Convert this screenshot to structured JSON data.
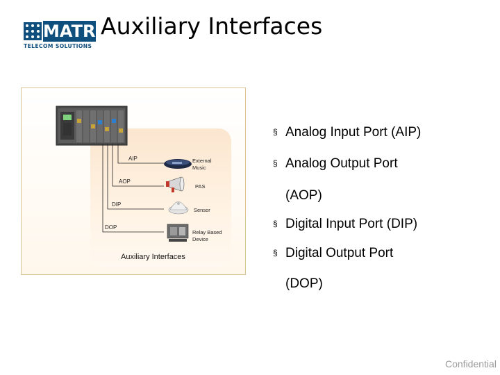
{
  "logo": {
    "brand": "MATRIX",
    "tagline": "TELECOM SOLUTIONS"
  },
  "title": "Auxiliary Interfaces",
  "diagram": {
    "caption": "Auxiliary Interfaces",
    "ports": {
      "aip": "AIP",
      "aop": "AOP",
      "dip": "DIP",
      "dop": "DOP"
    },
    "devices": {
      "music": "External Music",
      "pas": "PAS",
      "sensor": "Sensor",
      "relay": "Relay Based Device"
    }
  },
  "bullets": {
    "b1": "Analog Input Port (AIP)",
    "b2_line1": "Analog Output Port",
    "b2_line2": "(AOP)",
    "b3": "Digital Input Port (DIP)",
    "b4_line1": "Digital Output Port",
    "b4_line2": "(DOP)"
  },
  "bullet_marker": "§",
  "footer": "Confidential",
  "colors": {
    "brand": "#0f4f7e",
    "panel": "#fbe6cf",
    "frame": "#d9c38e",
    "footer": "#9a9a9a"
  }
}
